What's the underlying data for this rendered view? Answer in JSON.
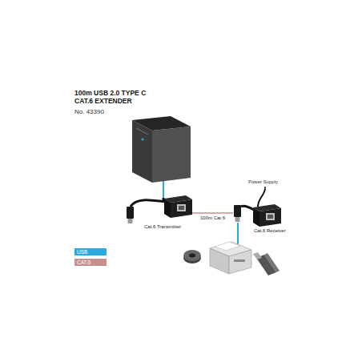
{
  "diagram": {
    "title": "100m USB 2.0 TYPE C CAT.6 EXTENDER",
    "nodes": [
      {
        "text": [
          "Cat.6 Transmitter"
        ]
      },
      {
        "text": [
          "Cat.6 Receiver"
        ]
      }
    ],
    "edges": [
      {
        "from": 0,
        "to": 1,
        "label": "100m Cat 6",
        "arrow": "none"
      }
    ],
    "labels": [
      "No. 43390",
      "Power Supply"
    ],
    "legend": [
      {
        "text": "USB",
        "color": "#29abe2"
      },
      {
        "text": "CAT.6",
        "color": "#c98e8e"
      }
    ]
  }
}
